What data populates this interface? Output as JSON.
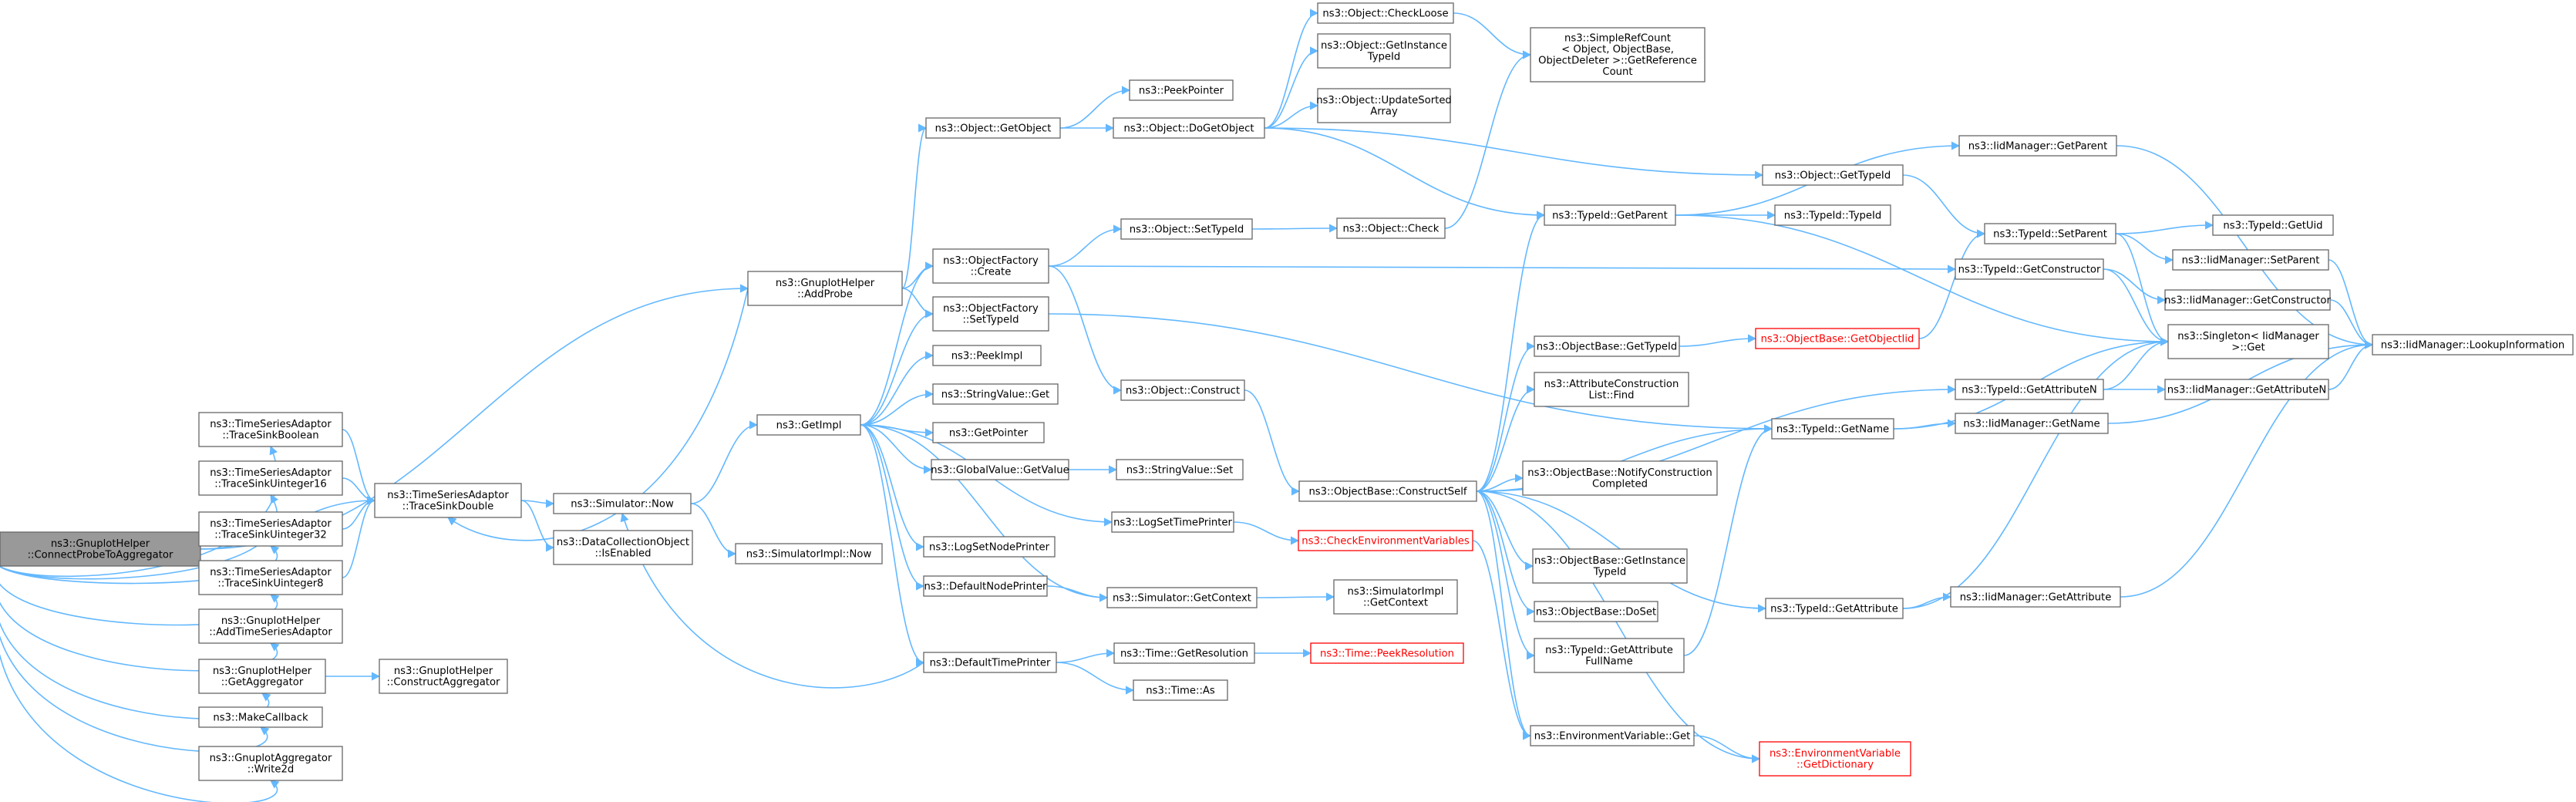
{
  "graph": {
    "colors": {
      "edge": "#63b8ff",
      "node_border": "#666666",
      "root_fill": "#999999",
      "truncated": "#ff0000"
    },
    "nodes": [
      {
        "id": "n0",
        "lines": [
          "ns3::GnuplotHelper",
          "::ConnectProbeToAggregator"
        ],
        "root": true
      },
      {
        "id": "n1",
        "lines": [
          "ns3::GnuplotHelper",
          "::AddProbe"
        ]
      },
      {
        "id": "n2",
        "lines": [
          "ns3::TimeSeriesAdaptor",
          "::TraceSinkBoolean"
        ]
      },
      {
        "id": "n3",
        "lines": [
          "ns3::TimeSeriesAdaptor",
          "::TraceSinkUinteger16"
        ]
      },
      {
        "id": "n4",
        "lines": [
          "ns3::TimeSeriesAdaptor",
          "::TraceSinkUinteger32"
        ]
      },
      {
        "id": "n5",
        "lines": [
          "ns3::TimeSeriesAdaptor",
          "::TraceSinkUinteger8"
        ]
      },
      {
        "id": "n6",
        "lines": [
          "ns3::GnuplotHelper",
          "::AddTimeSeriesAdaptor"
        ]
      },
      {
        "id": "n7",
        "lines": [
          "ns3::GnuplotHelper",
          "::GetAggregator"
        ]
      },
      {
        "id": "n8",
        "lines": [
          "ns3::MakeCallback"
        ]
      },
      {
        "id": "n9",
        "lines": [
          "ns3::GnuplotAggregator",
          "::Write2d"
        ]
      },
      {
        "id": "n10",
        "lines": [
          "ns3::TimeSeriesAdaptor",
          "::TraceSinkDouble"
        ]
      },
      {
        "id": "n11",
        "lines": [
          "ns3::GnuplotHelper",
          "::ConstructAggregator"
        ]
      },
      {
        "id": "n12",
        "lines": [
          "ns3::Simulator::Now"
        ]
      },
      {
        "id": "n13",
        "lines": [
          "ns3::DataCollectionObject",
          "::IsEnabled"
        ]
      },
      {
        "id": "n14",
        "lines": [
          "ns3::GetImpl"
        ]
      },
      {
        "id": "n15",
        "lines": [
          "ns3::SimulatorImpl::Now"
        ]
      },
      {
        "id": "n16",
        "lines": [
          "ns3::Object::GetObject"
        ]
      },
      {
        "id": "n17",
        "lines": [
          "ns3::ObjectFactory",
          "::Create"
        ]
      },
      {
        "id": "n18",
        "lines": [
          "ns3::ObjectFactory",
          "::SetTypeId"
        ]
      },
      {
        "id": "n19",
        "lines": [
          "ns3::PeekImpl"
        ]
      },
      {
        "id": "n20",
        "lines": [
          "ns3::StringValue::Get"
        ]
      },
      {
        "id": "n21",
        "lines": [
          "ns3::GetPointer"
        ]
      },
      {
        "id": "n22",
        "lines": [
          "ns3::GlobalValue::GetValue"
        ]
      },
      {
        "id": "n23",
        "lines": [
          "ns3::LogSetTimePrinter"
        ]
      },
      {
        "id": "n24",
        "lines": [
          "ns3::LogSetNodePrinter"
        ]
      },
      {
        "id": "n25",
        "lines": [
          "ns3::DefaultNodePrinter"
        ]
      },
      {
        "id": "n26",
        "lines": [
          "ns3::DefaultTimePrinter"
        ]
      },
      {
        "id": "n27",
        "lines": [
          "ns3::PeekPointer"
        ]
      },
      {
        "id": "n28",
        "lines": [
          "ns3::Object::DoGetObject"
        ]
      },
      {
        "id": "n29",
        "lines": [
          "ns3::Object::SetTypeId"
        ]
      },
      {
        "id": "n30",
        "lines": [
          "ns3::Object::Construct"
        ]
      },
      {
        "id": "n31",
        "lines": [
          "ns3::StringValue::Set"
        ]
      },
      {
        "id": "n32",
        "lines": [
          "ns3::CheckEnvironmentVariables"
        ],
        "red": true
      },
      {
        "id": "n33",
        "lines": [
          "ns3::Simulator::GetContext"
        ]
      },
      {
        "id": "n34",
        "lines": [
          "ns3::Time::GetResolution"
        ]
      },
      {
        "id": "n35",
        "lines": [
          "ns3::Time::As"
        ]
      },
      {
        "id": "n36",
        "lines": [
          "ns3::Object::CheckLoose"
        ]
      },
      {
        "id": "n37",
        "lines": [
          "ns3::Object::GetInstance",
          "TypeId"
        ]
      },
      {
        "id": "n38",
        "lines": [
          "ns3::Object::UpdateSorted",
          "Array"
        ]
      },
      {
        "id": "n39",
        "lines": [
          "ns3::Object::Check"
        ]
      },
      {
        "id": "n40",
        "lines": [
          "ns3::ObjectBase::ConstructSelf"
        ]
      },
      {
        "id": "n41",
        "lines": [
          "ns3::SimulatorImpl",
          "::GetContext"
        ]
      },
      {
        "id": "n42",
        "lines": [
          "ns3::Time::PeekResolution"
        ],
        "red": true
      },
      {
        "id": "n43",
        "lines": [
          "ns3::SimpleRefCount",
          "< Object, ObjectBase,",
          " ObjectDeleter >::GetReference",
          "Count"
        ]
      },
      {
        "id": "n44",
        "lines": [
          "ns3::TypeId::GetParent"
        ]
      },
      {
        "id": "n45",
        "lines": [
          "ns3::ObjectBase::GetTypeId"
        ]
      },
      {
        "id": "n46",
        "lines": [
          "ns3::AttributeConstruction",
          "List::Find"
        ]
      },
      {
        "id": "n47",
        "lines": [
          "ns3::TypeId::GetName"
        ]
      },
      {
        "id": "n48",
        "lines": [
          "ns3::ObjectBase::NotifyConstruction",
          "Completed"
        ]
      },
      {
        "id": "n49",
        "lines": [
          "ns3::ObjectBase::GetInstance",
          "TypeId"
        ]
      },
      {
        "id": "n50",
        "lines": [
          "ns3::ObjectBase::DoSet"
        ]
      },
      {
        "id": "n51",
        "lines": [
          "ns3::TypeId::GetAttribute",
          "FullName"
        ]
      },
      {
        "id": "n52",
        "lines": [
          "ns3::EnvironmentVariable::Get"
        ]
      },
      {
        "id": "n53",
        "lines": [
          "ns3::TypeId::TypeId"
        ]
      },
      {
        "id": "n54",
        "lines": [
          "ns3::Object::GetTypeId"
        ]
      },
      {
        "id": "n55",
        "lines": [
          "ns3::ObjectBase::GetObjectIid"
        ],
        "red": true
      },
      {
        "id": "n56",
        "lines": [
          "ns3::TypeId::GetAttribute"
        ]
      },
      {
        "id": "n57",
        "lines": [
          "ns3::EnvironmentVariable",
          "::GetDictionary"
        ],
        "red": true
      },
      {
        "id": "n58",
        "lines": [
          "ns3::IidManager::GetParent"
        ]
      },
      {
        "id": "n59",
        "lines": [
          "ns3::TypeId::SetParent"
        ]
      },
      {
        "id": "n60",
        "lines": [
          "ns3::TypeId::GetConstructor"
        ]
      },
      {
        "id": "n61",
        "lines": [
          "ns3::Singleton< IidManager",
          " >::Get"
        ]
      },
      {
        "id": "n62",
        "lines": [
          "ns3::TypeId::GetAttributeN"
        ]
      },
      {
        "id": "n63",
        "lines": [
          "ns3::IidManager::GetName"
        ]
      },
      {
        "id": "n64",
        "lines": [
          "ns3::IidManager::GetAttribute"
        ]
      },
      {
        "id": "n65",
        "lines": [
          "ns3::TypeId::GetUid"
        ]
      },
      {
        "id": "n66",
        "lines": [
          "ns3::IidManager::SetParent"
        ]
      },
      {
        "id": "n67",
        "lines": [
          "ns3::IidManager::GetConstructor"
        ]
      },
      {
        "id": "n68",
        "lines": [
          "ns3::IidManager::GetAttributeN"
        ]
      },
      {
        "id": "n69",
        "lines": [
          "ns3::IidManager::LookupInformation"
        ]
      }
    ],
    "edges": [
      [
        "n0",
        "n1"
      ],
      [
        "n0",
        "n2"
      ],
      [
        "n0",
        "n3"
      ],
      [
        "n0",
        "n4"
      ],
      [
        "n0",
        "n5"
      ],
      [
        "n0",
        "n6"
      ],
      [
        "n0",
        "n7"
      ],
      [
        "n0",
        "n8"
      ],
      [
        "n0",
        "n9"
      ],
      [
        "n0",
        "n10"
      ],
      [
        "n2",
        "n10"
      ],
      [
        "n3",
        "n10"
      ],
      [
        "n4",
        "n10"
      ],
      [
        "n5",
        "n10"
      ],
      [
        "n1",
        "n10"
      ],
      [
        "n1",
        "n16"
      ],
      [
        "n1",
        "n17"
      ],
      [
        "n1",
        "n18"
      ],
      [
        "n7",
        "n11"
      ],
      [
        "n10",
        "n12"
      ],
      [
        "n10",
        "n13"
      ],
      [
        "n12",
        "n14"
      ],
      [
        "n12",
        "n15"
      ],
      [
        "n14",
        "n17"
      ],
      [
        "n14",
        "n18"
      ],
      [
        "n14",
        "n19"
      ],
      [
        "n14",
        "n20"
      ],
      [
        "n14",
        "n21"
      ],
      [
        "n14",
        "n22"
      ],
      [
        "n14",
        "n23"
      ],
      [
        "n14",
        "n24"
      ],
      [
        "n14",
        "n25"
      ],
      [
        "n14",
        "n26"
      ],
      [
        "n14",
        "n33"
      ],
      [
        "n16",
        "n27"
      ],
      [
        "n16",
        "n28"
      ],
      [
        "n17",
        "n29"
      ],
      [
        "n17",
        "n30"
      ],
      [
        "n17",
        "n60"
      ],
      [
        "n18",
        "n47"
      ],
      [
        "n22",
        "n31"
      ],
      [
        "n23",
        "n32"
      ],
      [
        "n25",
        "n33"
      ],
      [
        "n26",
        "n12"
      ],
      [
        "n26",
        "n34"
      ],
      [
        "n26",
        "n35"
      ],
      [
        "n28",
        "n36"
      ],
      [
        "n28",
        "n37"
      ],
      [
        "n28",
        "n38"
      ],
      [
        "n28",
        "n44"
      ],
      [
        "n28",
        "n54"
      ],
      [
        "n29",
        "n39"
      ],
      [
        "n30",
        "n40"
      ],
      [
        "n32",
        "n52"
      ],
      [
        "n33",
        "n41"
      ],
      [
        "n34",
        "n42"
      ],
      [
        "n36",
        "n43"
      ],
      [
        "n39",
        "n43"
      ],
      [
        "n40",
        "n44"
      ],
      [
        "n40",
        "n45"
      ],
      [
        "n40",
        "n46"
      ],
      [
        "n40",
        "n47"
      ],
      [
        "n40",
        "n48"
      ],
      [
        "n40",
        "n49"
      ],
      [
        "n40",
        "n50"
      ],
      [
        "n40",
        "n51"
      ],
      [
        "n40",
        "n52"
      ],
      [
        "n40",
        "n56"
      ],
      [
        "n40",
        "n57"
      ],
      [
        "n40",
        "n62"
      ],
      [
        "n44",
        "n53"
      ],
      [
        "n44",
        "n58"
      ],
      [
        "n44",
        "n61"
      ],
      [
        "n45",
        "n55"
      ],
      [
        "n47",
        "n61"
      ],
      [
        "n47",
        "n63"
      ],
      [
        "n51",
        "n47"
      ],
      [
        "n52",
        "n57"
      ],
      [
        "n54",
        "n59"
      ],
      [
        "n55",
        "n59"
      ],
      [
        "n56",
        "n61"
      ],
      [
        "n56",
        "n64"
      ],
      [
        "n58",
        "n69"
      ],
      [
        "n59",
        "n61"
      ],
      [
        "n59",
        "n65"
      ],
      [
        "n59",
        "n66"
      ],
      [
        "n60",
        "n61"
      ],
      [
        "n60",
        "n67"
      ],
      [
        "n62",
        "n61"
      ],
      [
        "n62",
        "n68"
      ],
      [
        "n63",
        "n69"
      ],
      [
        "n64",
        "n69"
      ],
      [
        "n66",
        "n69"
      ],
      [
        "n67",
        "n69"
      ],
      [
        "n68",
        "n69"
      ]
    ]
  }
}
